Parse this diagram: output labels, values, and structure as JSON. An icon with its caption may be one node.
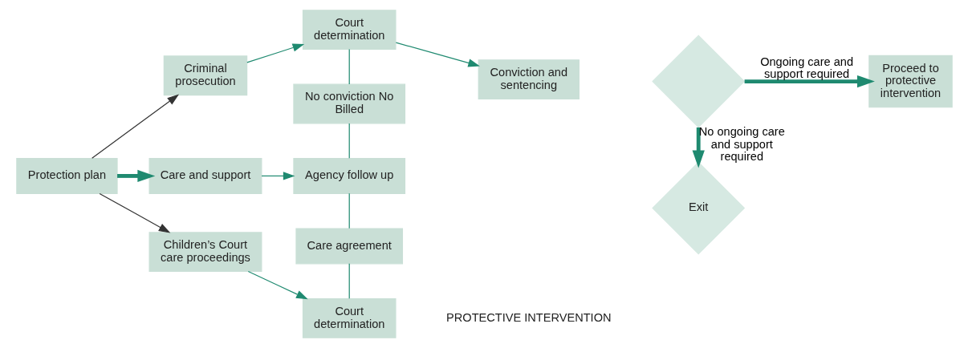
{
  "diagram": {
    "nodes": [
      {
        "text": [
          "Protection plan"
        ]
      },
      {
        "text": [
          "Criminal prosecution"
        ]
      },
      {
        "text": [
          "Court determination"
        ]
      },
      {
        "text": [
          "Conviction and sentencing"
        ]
      },
      {
        "text": [
          "No conviction No Billed"
        ]
      },
      {
        "text": [
          "Care and support"
        ]
      },
      {
        "text": [
          "Agency follow up"
        ]
      },
      {
        "text": [
          "Care agreement"
        ]
      },
      {
        "text": [
          "Children’s Court care proceedings"
        ]
      },
      {
        "text": [
          "Court determination"
        ]
      },
      {
        "text": [
          "Exit"
        ]
      },
      {
        "text": [],
        "shape": "diamond"
      },
      {
        "text": [
          "Proceed to protective intervention"
        ]
      }
    ],
    "edges": [
      {
        "from": 0,
        "to": 1,
        "arrow": "to",
        "color": "#333333"
      },
      {
        "from": 0,
        "to": 5,
        "arrow": "to",
        "style": "thick"
      },
      {
        "from": 0,
        "to": 8,
        "arrow": "to",
        "color": "#333333"
      },
      {
        "from": 1,
        "to": 2,
        "arrow": "to"
      },
      {
        "from": 2,
        "to": 3,
        "arrow": "to"
      },
      {
        "from": 2,
        "to": 4,
        "arrow": "none"
      },
      {
        "from": 4,
        "to": 6,
        "arrow": "none"
      },
      {
        "from": 5,
        "to": 6,
        "arrow": "to"
      },
      {
        "from": 6,
        "to": 7,
        "arrow": "none"
      },
      {
        "from": 7,
        "to": 9,
        "arrow": "none"
      },
      {
        "from": 8,
        "to": 9,
        "arrow": "to"
      },
      {
        "from": 11,
        "to": 10,
        "arrow": "to",
        "style": "thick",
        "label": "No ongoing care and support required"
      },
      {
        "from": 11,
        "to": 12,
        "arrow": "to",
        "style": "thick",
        "label": "Ongoing care and support required"
      }
    ],
    "labels": [
      "PROTECTIVE INTERVENTION"
    ]
  }
}
